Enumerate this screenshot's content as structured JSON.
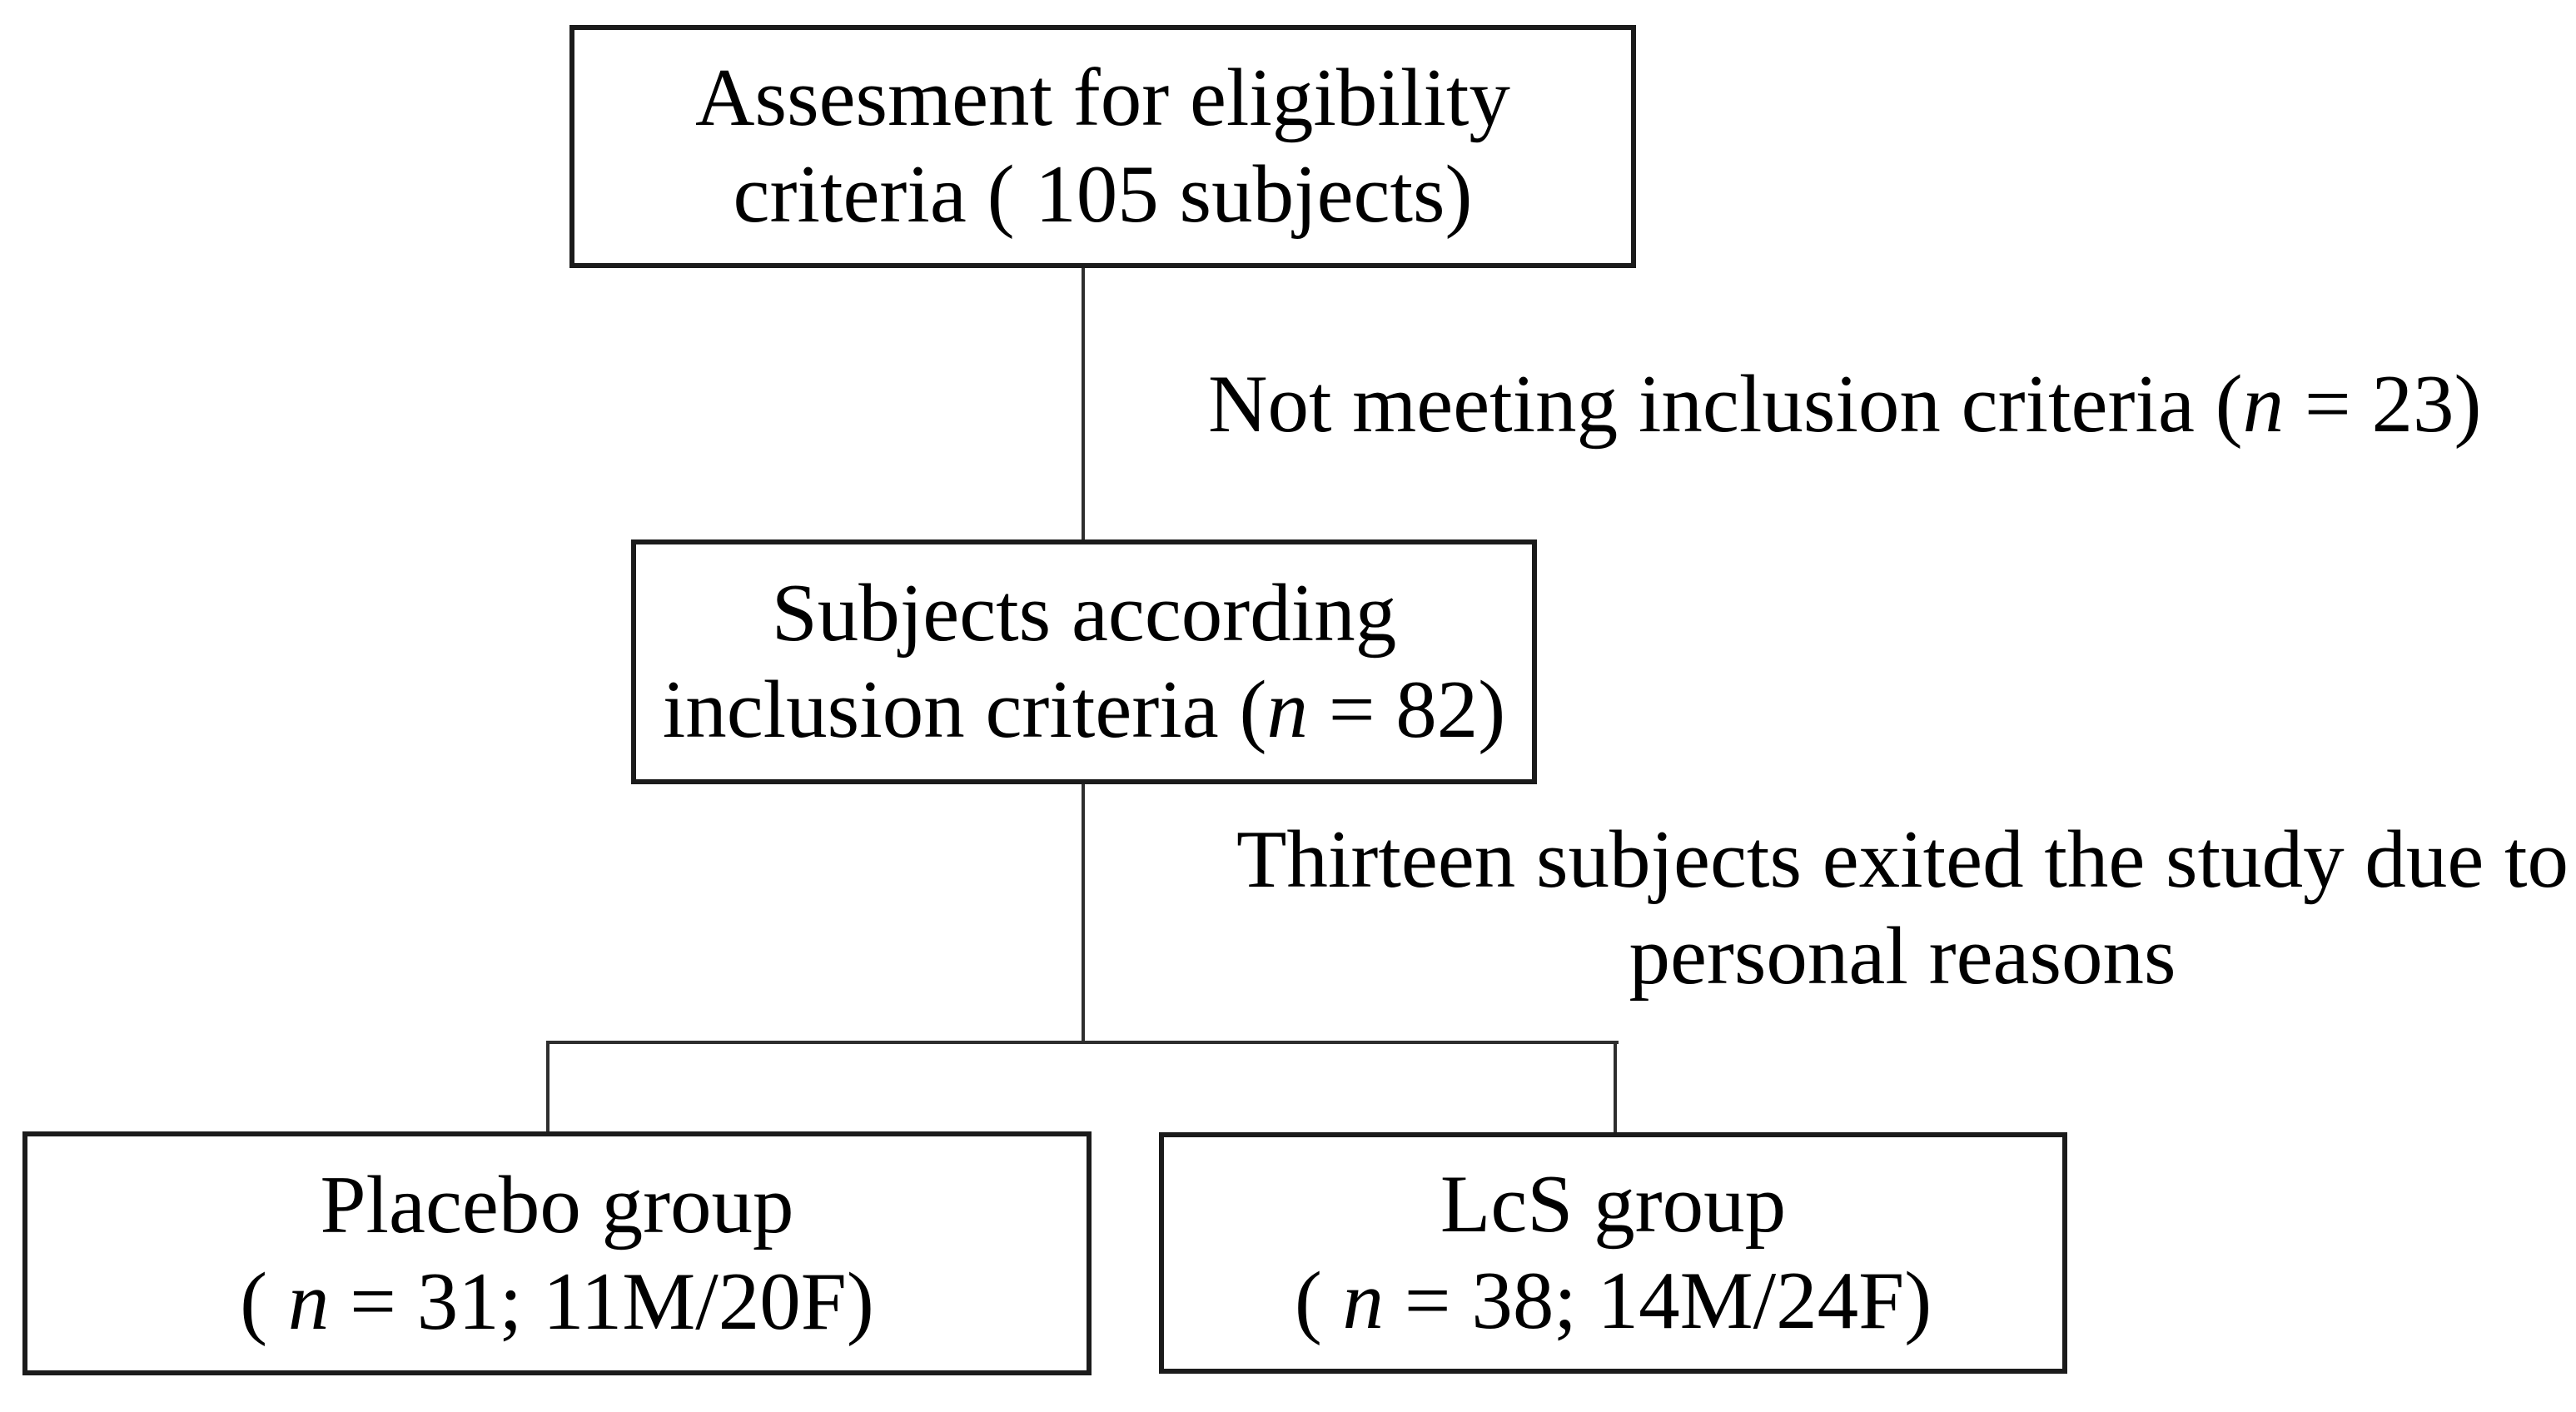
{
  "figure": {
    "type": "study-flow-diagram"
  },
  "colors": {
    "background": "#ffffff",
    "box_border": "#1b1b1b",
    "connector": "#2e2e2e",
    "text": "#000000"
  },
  "nodes": {
    "assessment": {
      "line1": "Assesment for eligibility",
      "line2": "criteria ( 105 subjects)"
    },
    "inclusion": {
      "line1": "Subjects according",
      "line2_pre": "inclusion criteria (",
      "line2_n": "n",
      "line2_post": " = 82)"
    },
    "placebo": {
      "line1": "Placebo group",
      "line2_pre": "( ",
      "line2_n": "n",
      "line2_post": " = 31; 11M/20F)"
    },
    "lcs": {
      "line1": "LcS group",
      "line2_pre": "( ",
      "line2_n": "n",
      "line2_post": " = 38; 14M/24F)"
    }
  },
  "annotations": {
    "excluded": {
      "pre": "Not meeting inclusion criteria (",
      "n": "n",
      "post": " = 23)"
    },
    "dropout": {
      "line1": "Thirteen subjects exited the study due to",
      "line2": "personal reasons"
    }
  }
}
